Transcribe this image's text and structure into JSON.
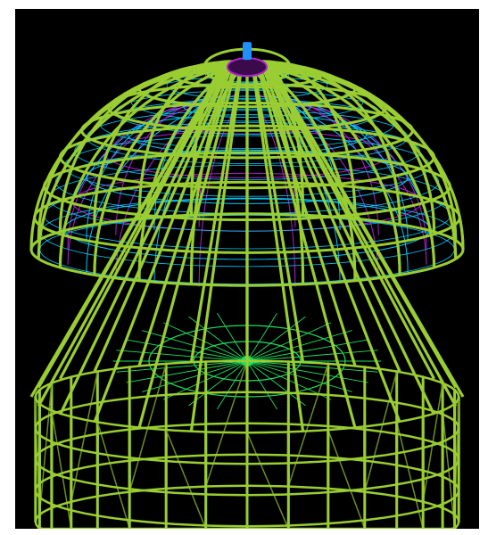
{
  "scene": {
    "description_hidden": "",
    "background": "#000000",
    "frame_color": "#ffffff",
    "model": {
      "type": "wireframe-dome-structure",
      "colors": {
        "primary_member": "#9acd32",
        "primary_member_dark": "#6b8e23",
        "secondary_member": "#00c8ff",
        "tertiary_member": "#b020d0",
        "inner_member": "#20e060",
        "top_node": "#1e90ff"
      },
      "meridian_count": 24,
      "dome_rings": 7,
      "column_count": 16,
      "base_rings": 4
    }
  }
}
